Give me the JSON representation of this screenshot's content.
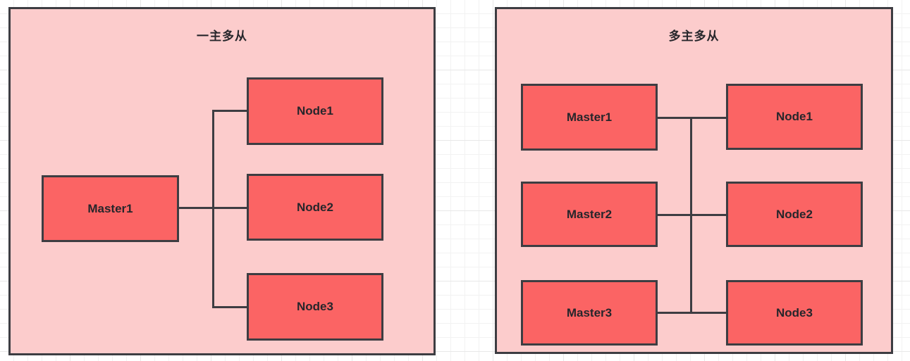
{
  "diagram": {
    "background": "#ffffff",
    "grid_color": "#e8e8e8",
    "panel_fill": "#fccccc",
    "box_fill": "#fb6464",
    "stroke": "#3d3d42"
  },
  "panels": [
    {
      "id": "single-master",
      "title": "一主多从",
      "masters": [
        {
          "label": "Master1"
        }
      ],
      "nodes": [
        {
          "label": "Node1"
        },
        {
          "label": "Node2"
        },
        {
          "label": "Node3"
        }
      ]
    },
    {
      "id": "multi-master",
      "title": "多主多从",
      "masters": [
        {
          "label": "Master1"
        },
        {
          "label": "Master2"
        },
        {
          "label": "Master3"
        }
      ],
      "nodes": [
        {
          "label": "Node1"
        },
        {
          "label": "Node2"
        },
        {
          "label": "Node3"
        }
      ]
    }
  ]
}
